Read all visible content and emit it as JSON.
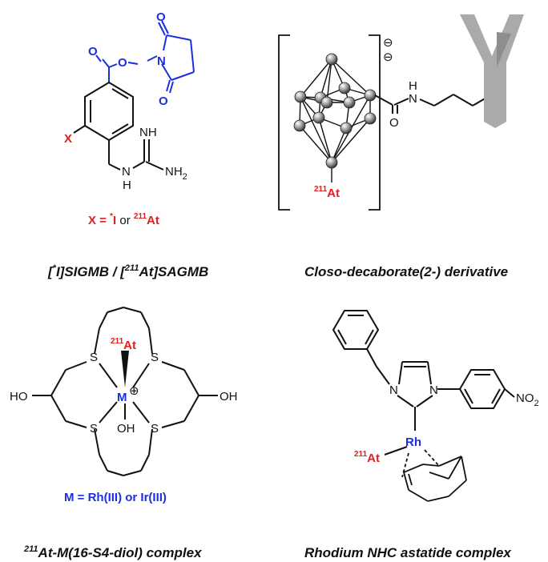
{
  "colors": {
    "hetero": "#e02020",
    "metal": "#1a2fe0",
    "bond": "#111111",
    "antibody": "#aaaaaa"
  },
  "panel1": {
    "atoms": {
      "o1": "O",
      "o2": "O",
      "o3": "O",
      "o4": "O",
      "n": "N",
      "x": "X",
      "nh": "NH",
      "h": "H",
      "n2": "N",
      "nh2": "NH",
      "nh2_sub": "2"
    },
    "legend": {
      "x": "X",
      "eq": " = ",
      "star": "*",
      "i": "I",
      "or": " or ",
      "iso": "211",
      "at": "At"
    },
    "caption": {
      "p1": "[",
      "star": "*",
      "p2": "I]SIGMB / [",
      "iso": "211",
      "p3": "At]SAGMB"
    }
  },
  "panel2": {
    "charge1": "⊖",
    "charge2": "⊖",
    "atoms": {
      "o": "O",
      "n": "N",
      "h": "H",
      "iso": "211",
      "at": "At"
    },
    "caption": "Closo-decaborate(2-) derivative"
  },
  "panel3": {
    "atoms": {
      "s1": "S",
      "s2": "S",
      "s3": "S",
      "s4": "S",
      "iso": "211",
      "at": "At",
      "m": "M",
      "plus": "⊕",
      "oh_left": "HO",
      "oh_right": "OH",
      "oh_bottom": "OH"
    },
    "legend": "M = Rh(III) or Ir(III)",
    "caption": {
      "iso": "211",
      "text": "At-M(16-S4-diol) complex"
    }
  },
  "panel4": {
    "atoms": {
      "n1": "N",
      "n2": "N",
      "no2": "NO",
      "no2_sub": "2",
      "rh": "Rh",
      "iso": "211",
      "at": "At"
    },
    "caption": "Rhodium NHC astatide complex"
  }
}
